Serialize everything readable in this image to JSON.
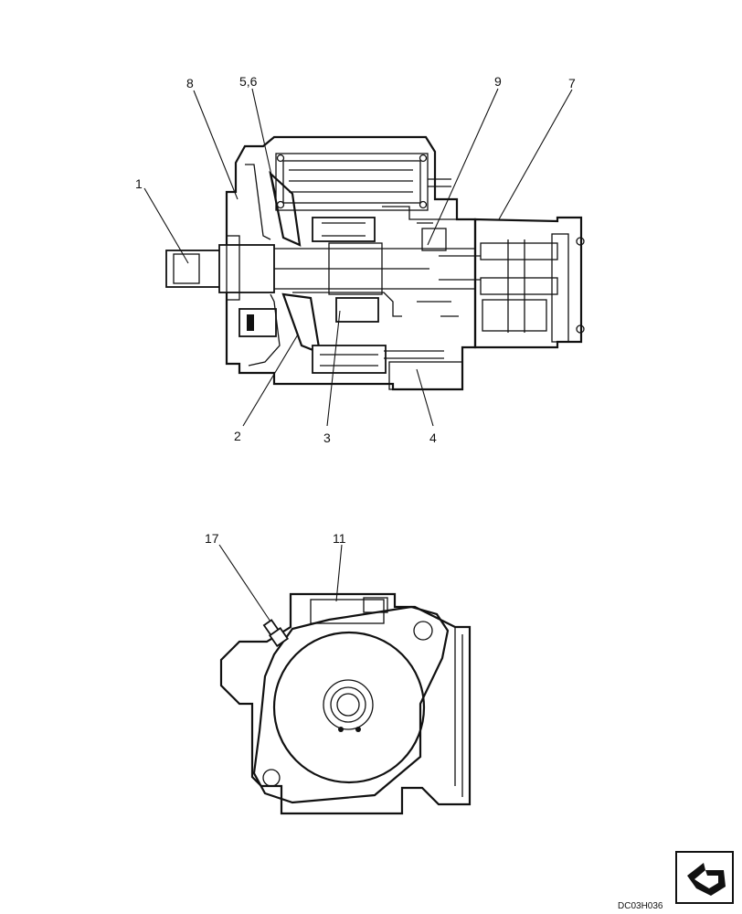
{
  "callouts": {
    "c1": "1",
    "c2": "2",
    "c3": "3",
    "c4": "4",
    "c5_6": "5,6",
    "c7": "7",
    "c8": "8",
    "c9": "9",
    "c11": "11",
    "c17": "17"
  },
  "figure_code": "DC03H036",
  "icons": {
    "nav": "next-page-arrow-icon"
  },
  "colors": {
    "line": "#111111",
    "background": "#ffffff"
  }
}
